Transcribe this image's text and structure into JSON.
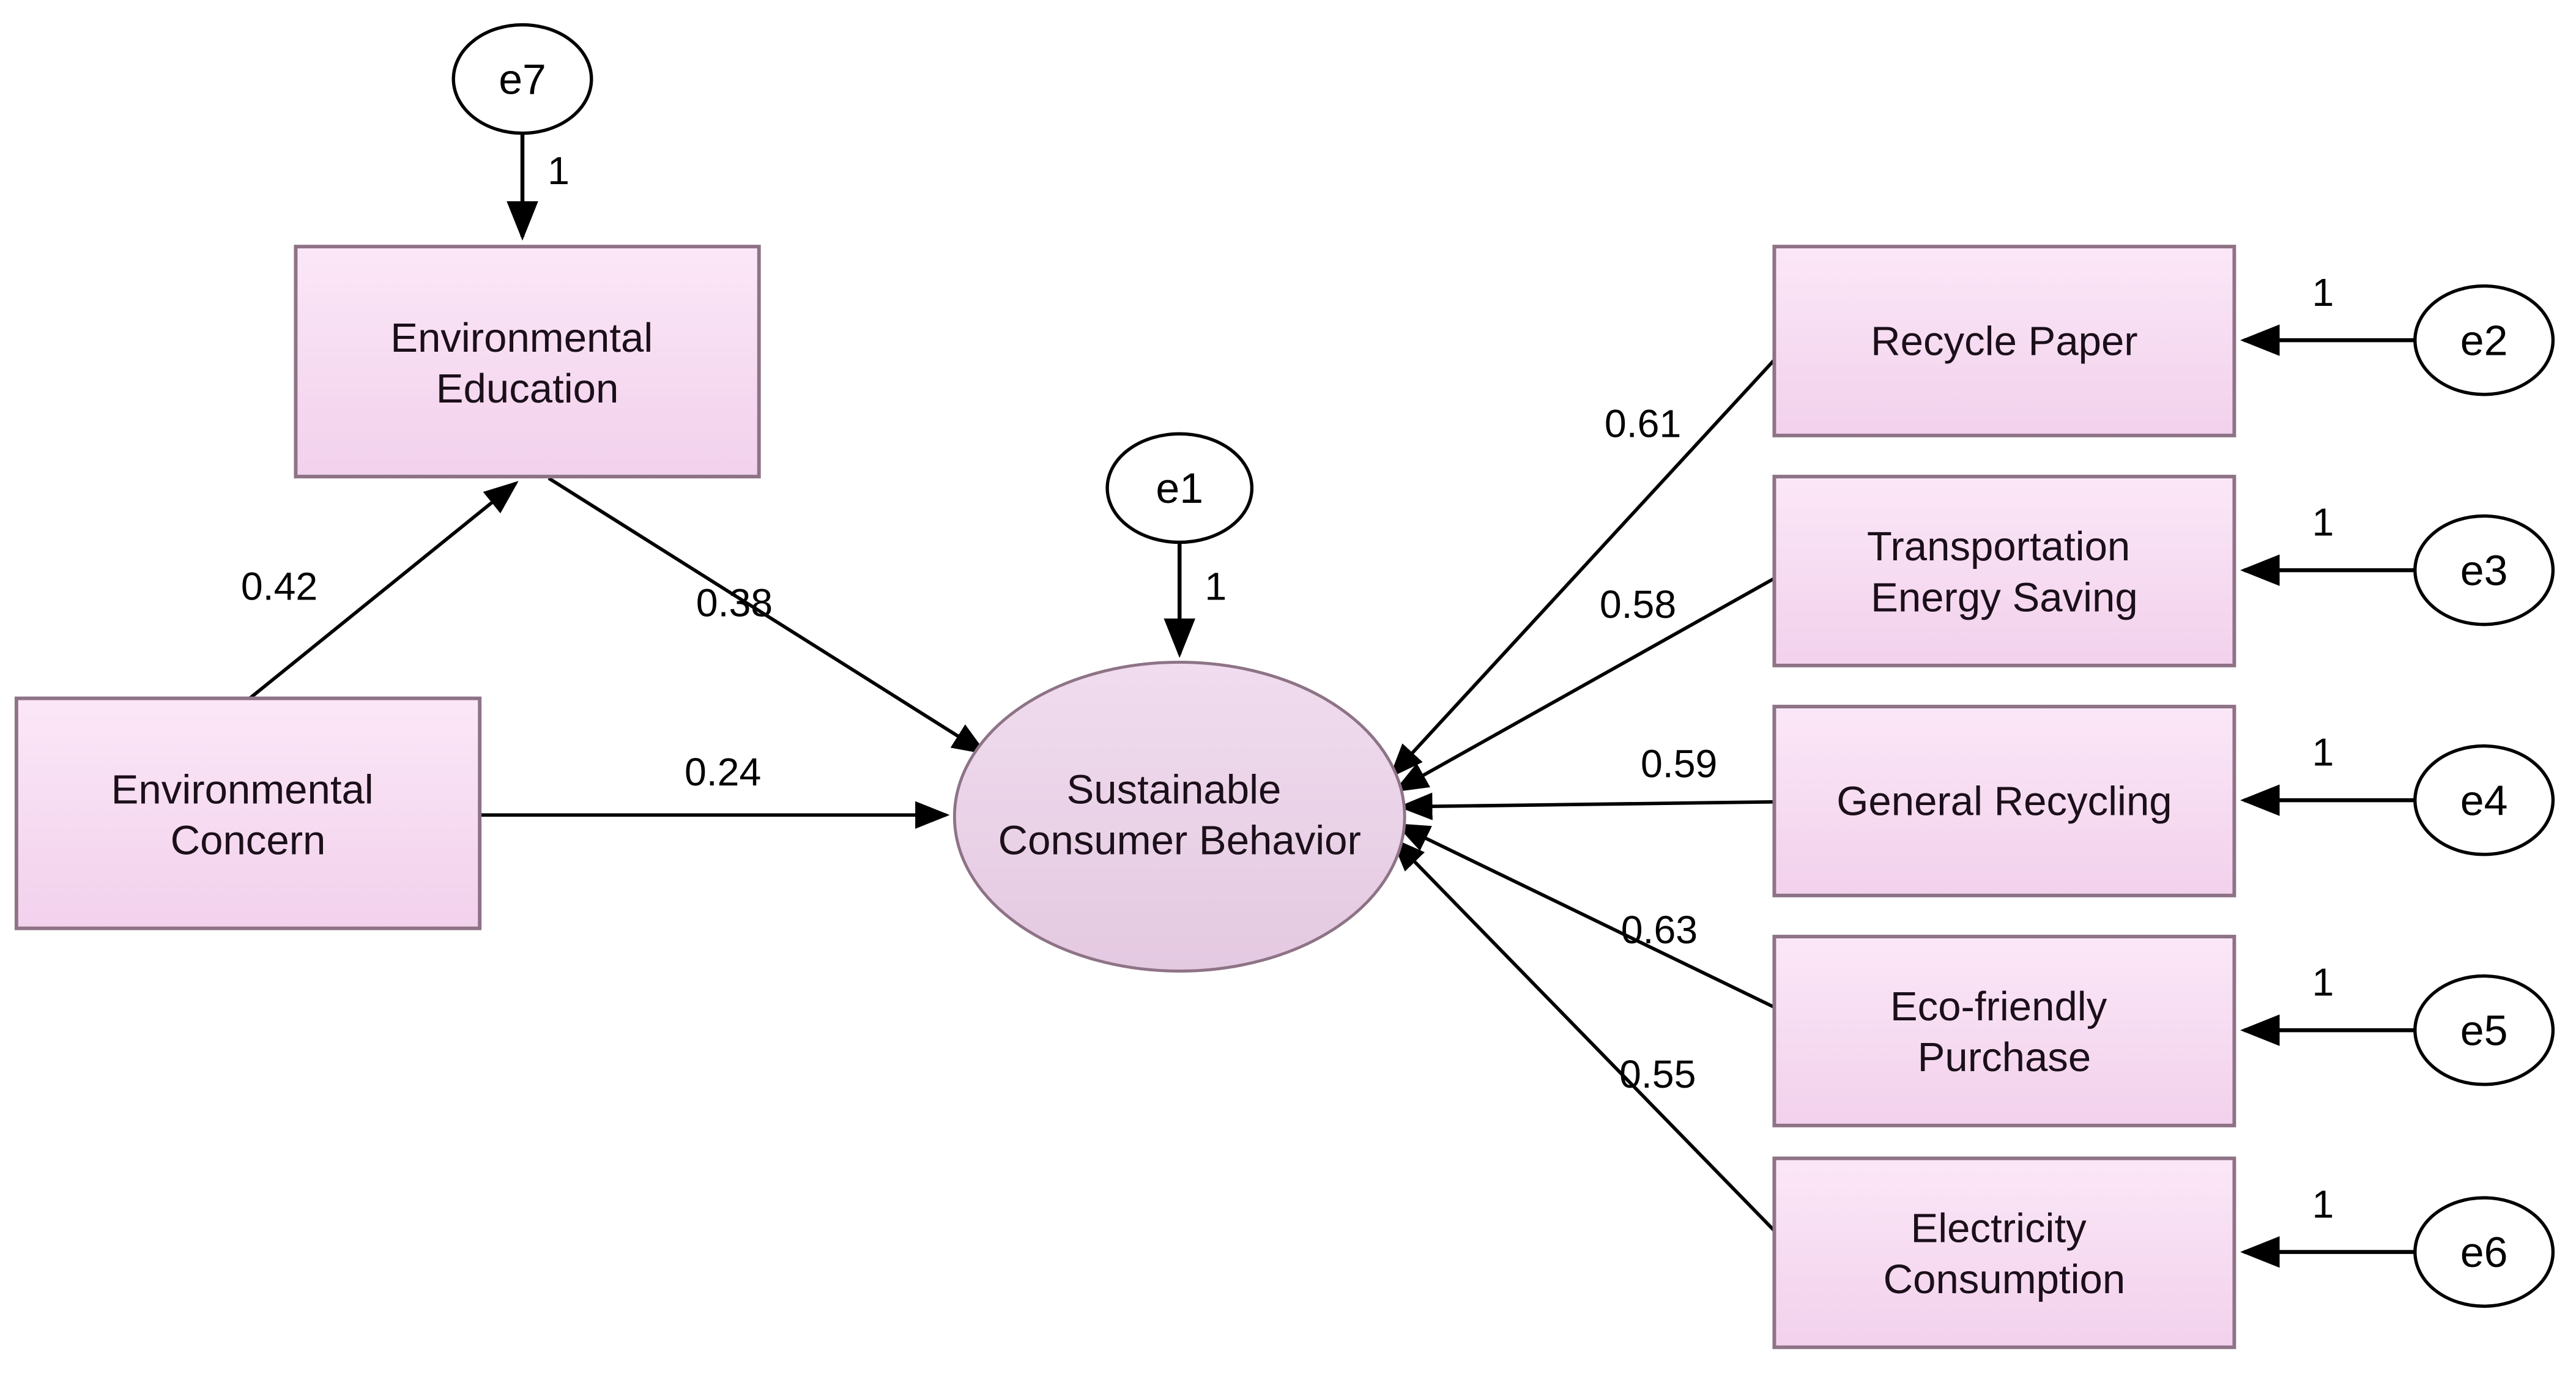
{
  "diagram_type": "structural-equation-model-path-diagram",
  "nodes": {
    "environmental_education": {
      "line1": "Environmental",
      "line2": "Education"
    },
    "environmental_concern": {
      "line1": "Environmental",
      "line2": "Concern"
    },
    "sustainable_consumer_behavior": {
      "line1": "Sustainable",
      "line2": "Consumer Behavior"
    },
    "recycle_paper": {
      "label": "Recycle Paper"
    },
    "transportation_energy_saving": {
      "line1": "Transportation",
      "line2": "Energy Saving"
    },
    "general_recycling": {
      "label": "General Recycling"
    },
    "eco_friendly_purchase": {
      "line1": "Eco-friendly",
      "line2": "Purchase"
    },
    "electricity_consumption": {
      "line1": "Electricity",
      "line2": "Consumption"
    }
  },
  "error_terms": {
    "e1": "e1",
    "e2": "e2",
    "e3": "e3",
    "e4": "e4",
    "e5": "e5",
    "e6": "e6",
    "e7": "e7"
  },
  "path_coefficients": {
    "concern_to_education": "0.42",
    "education_to_behavior": "0.38",
    "concern_to_behavior": "0.24",
    "behavior_recycle_paper": "0.61",
    "behavior_transportation_energy_saving": "0.58",
    "behavior_general_recycling": "0.59",
    "behavior_eco_friendly_purchase": "0.63",
    "behavior_electricity_consumption": "0.55"
  },
  "fixed_loadings": {
    "e1": "1",
    "e2": "1",
    "e3": "1",
    "e4": "1",
    "e5": "1",
    "e6": "1",
    "e7": "1"
  },
  "colors": {
    "background": "#ffffff",
    "indicator_fill_top": "#fbe7f7",
    "indicator_fill_bottom": "#f2d1ec",
    "latent_fill_top": "#f0dcee",
    "latent_fill_bottom": "#e4c9e1",
    "node_border": "#8e7386",
    "error_fill": "#ffffff",
    "error_border": "#000000",
    "edge": "#000000",
    "node_text": "#1b0f1a",
    "label_text": "#000000"
  }
}
